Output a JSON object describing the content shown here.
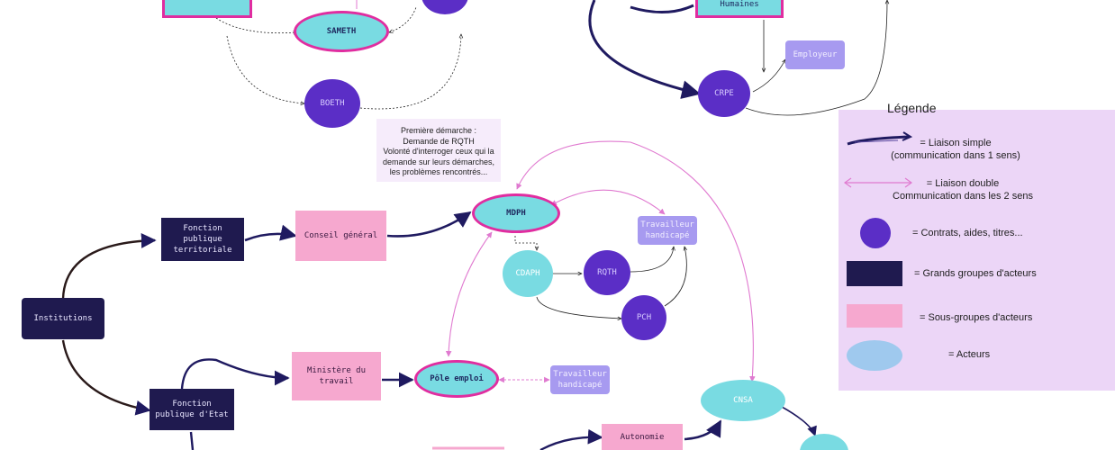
{
  "colors": {
    "group": "#1f1a4f",
    "subgroup": "#f6a8cf",
    "actor": "#79dbe2",
    "contract": "#5b2ec6",
    "ring": "#e02da0",
    "simple_link": "#1f1a60",
    "double_link": "#e07ad0",
    "legend_bg": "#ecd6f7"
  },
  "nodes": {
    "sameth": "SAMETH",
    "boeth": "BOETH",
    "crpe": "CRPE",
    "employeur": "Employeur",
    "humaines": "Humaines",
    "mdph": "MDPH",
    "conseil_general": "Conseil général",
    "fonction_territoriale": "Fonction publique territoriale",
    "institutions": "Institutions",
    "fonction_etat": "Fonction publique d'Etat",
    "ministere": "Ministère du travail",
    "pole_emploi": "Pôle emploi",
    "travailleur_handicape_1": "Travailleur handicapé",
    "travailleur_handicape_2": "Travailleur handicapé",
    "cdaph": "CDAPH",
    "rqth": "RQTH",
    "pch": "PCH",
    "cnsa": "CNSA",
    "autonomie": "Autonomie"
  },
  "note": {
    "lines": [
      "Première démarche :",
      "Demande de RQTH",
      "Volonté d'interroger ceux qui la",
      "demande sur leurs démarches,",
      "les problèmes rencontrés..."
    ]
  },
  "legend": {
    "title": "Légende",
    "simple_line1": "= Liaison simple",
    "simple_line2": "(communication dans 1 sens)",
    "double_line1": "= Liaison double",
    "double_line2": "Communication dans les 2 sens",
    "contracts": "= Contrats, aides, titres...",
    "groups": "= Grands groupes d'acteurs",
    "subgroups": "= Sous-groupes d'acteurs",
    "actors": "= Acteurs"
  }
}
